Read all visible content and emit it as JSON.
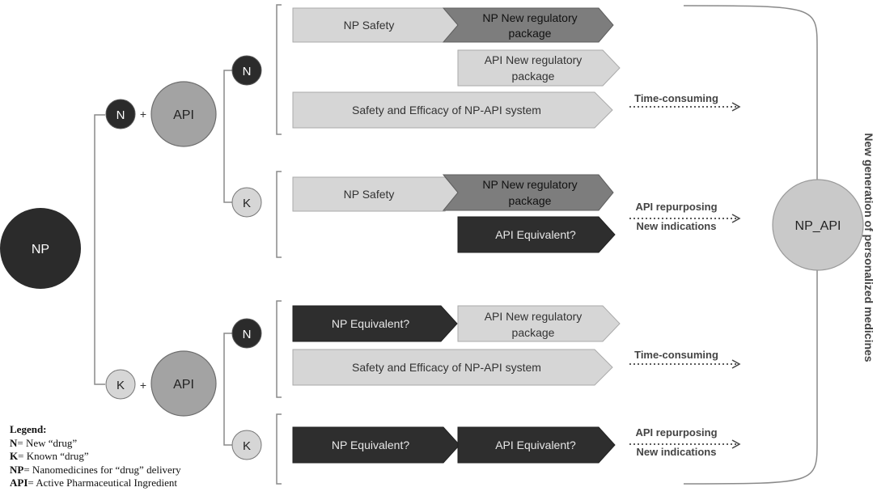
{
  "colors": {
    "dark": "#2b2b2b",
    "mid": "#7d7d7d",
    "light": "#d6d6d6",
    "circle_mid": "#a3a3a3",
    "line": "#8a8a8a"
  },
  "nodes": {
    "np_root": "NP",
    "n_new": "N",
    "k_known": "K",
    "api": "API",
    "plus": "+",
    "n": "N",
    "k": "K",
    "np_api": "NP_API"
  },
  "arrows": {
    "np_safety": "NP Safety",
    "np_new_reg_line1": "NP New regulatory",
    "np_new_reg_line2": "package",
    "api_new_reg_line1": "API New regulatory",
    "api_new_reg_line2": "package",
    "safety_efficacy": "Safety and Efficacy of NP-API system",
    "api_equivalent": "API Equivalent?",
    "np_equivalent": "NP Equivalent?"
  },
  "outcomes": {
    "time_consuming": "Time-consuming",
    "api_repurposing": "API repurposing",
    "new_indications": "New indications"
  },
  "side_label": "New generation of personalized medicines",
  "legend": {
    "title": "Legend:",
    "items": [
      {
        "key": "N",
        "text": "= New “drug”"
      },
      {
        "key": "K",
        "text": "= Known “drug”"
      },
      {
        "key": "NP",
        "text": "= Nanomedicines for “drug” delivery"
      },
      {
        "key": "API",
        "text": "= Active Pharmaceutical Ingredient"
      }
    ]
  }
}
